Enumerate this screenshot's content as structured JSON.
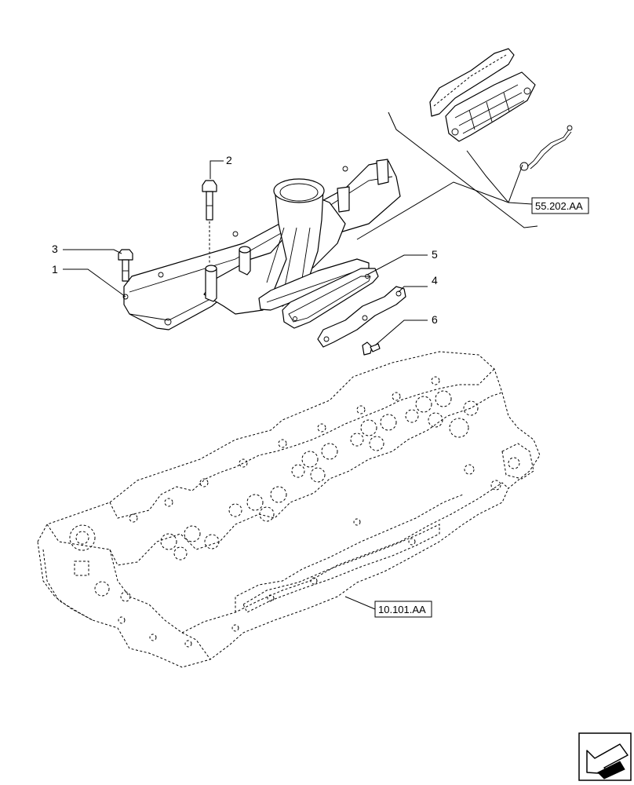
{
  "callouts": [
    {
      "id": "callout-1",
      "label": "1"
    },
    {
      "id": "callout-2",
      "label": "2"
    },
    {
      "id": "callout-3",
      "label": "3"
    },
    {
      "id": "callout-4",
      "label": "4"
    },
    {
      "id": "callout-5",
      "label": "5"
    },
    {
      "id": "callout-6",
      "label": "6"
    }
  ],
  "references": {
    "upper": "55.202.AA",
    "lower": "10.101.AA"
  },
  "icons": {
    "nav": "arrow-navigation-icon"
  }
}
